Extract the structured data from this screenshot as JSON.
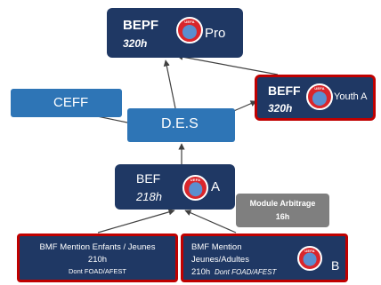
{
  "nodes": {
    "bepf": {
      "name": "BEPF",
      "hours": "320h",
      "suffix": "Pro"
    },
    "beff": {
      "name": "BEFF",
      "hours": "320h",
      "suffix": "Youth A"
    },
    "ceff": {
      "name": "CEFF"
    },
    "des": {
      "name": "D.E.S"
    },
    "bef": {
      "name": "BEF",
      "hours": "218h",
      "suffix": "A"
    },
    "module": {
      "line1": "Module Arbitrage",
      "line2": "16h"
    },
    "bmf_enfants": {
      "line1": "BMF Mention Enfants / Jeunes",
      "line2": "210h",
      "line3": "Dont FOAD/AFEST"
    },
    "bmf_adultes": {
      "line1": "BMF Mention",
      "line2": "Jeunes/Adultes",
      "line3_hours": "210h",
      "line3_note": "Dont FOAD/AFEST",
      "suffix": "B"
    }
  },
  "logo_text": "UEFA",
  "colors": {
    "navy": "#1f3864",
    "blue": "#2e75b6",
    "grey": "#7f7f7f",
    "red": "#c00000",
    "uefa_red": "#d9262b"
  }
}
